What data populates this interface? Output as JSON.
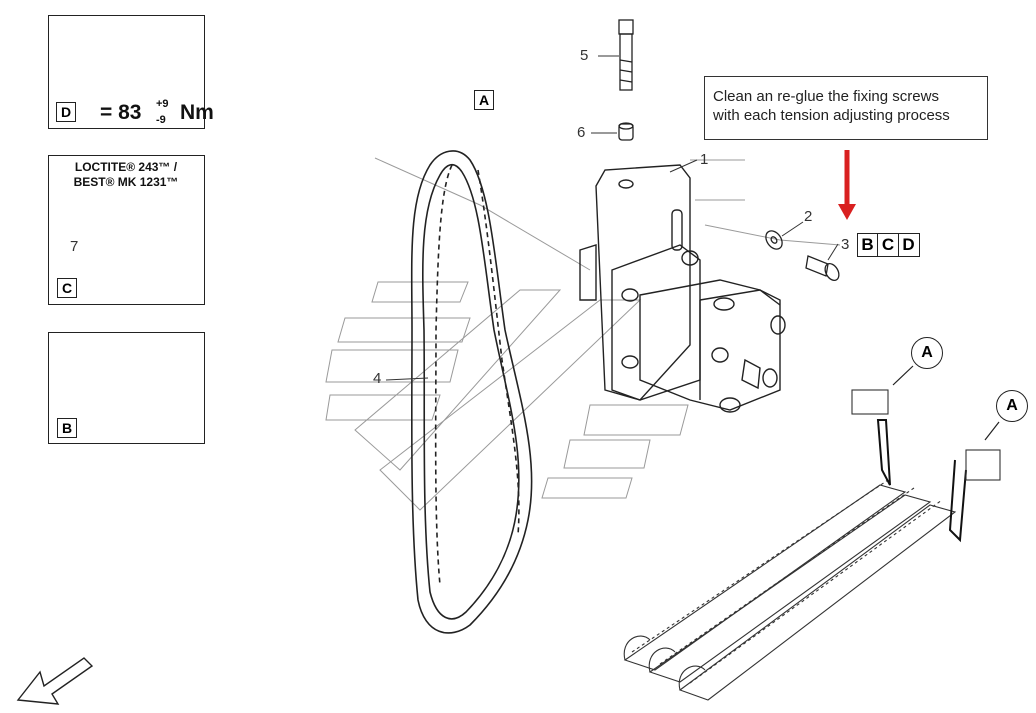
{
  "panel_torque": {
    "box_letter": "D",
    "text": "= 83",
    "tol_plus": "+9",
    "tol_minus": "-9",
    "unit": "Nm"
  },
  "panel_loctite": {
    "line1": "LOCTITE® 243™ /",
    "line2": "BEST® MK 1231™",
    "part_number": "7",
    "box_letter": "C"
  },
  "panel_grease": {
    "box_letter": "B"
  },
  "view_label": "A",
  "note": {
    "line1": "Clean an re-glue the fixing screws",
    "line2": "with each tension adjusting process"
  },
  "callouts": {
    "c1": "1",
    "c2": "2",
    "c3": "3",
    "c4": "4",
    "c5": "5",
    "c6": "6"
  },
  "steps": [
    "B",
    "C",
    "D"
  ],
  "detail_bubbles": [
    "A",
    "A"
  ],
  "colors": {
    "arrow": "#d92020",
    "line": "#222222",
    "ghost": "#9a9a9a"
  },
  "icons": {
    "torque_wrench": "wrench-icon",
    "glue_bottle": "glue-bottle-icon",
    "grease_brush": "brush-icon",
    "orientation": "orientation-arrow-icon"
  }
}
